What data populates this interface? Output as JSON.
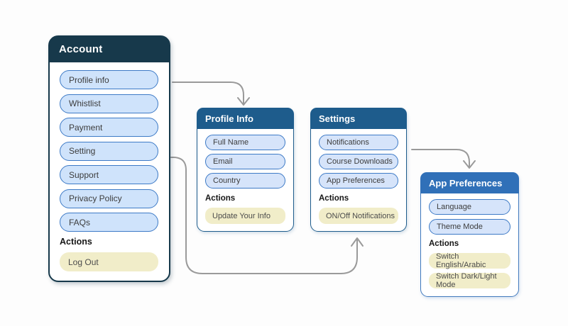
{
  "colors": {
    "bg": "#fdfdfd",
    "account_header": "#17394b",
    "account_border": "#17394b",
    "panel_header": "#1e5c8c",
    "panel_border": "#1e5c8c",
    "apppref_header": "#3070b8",
    "apppref_border": "#4079bd",
    "item_fill": "#cfe3fb",
    "item_fill_light": "#d6e4fa",
    "item_border": "#3d7ac6",
    "action_fill": "#f1edc9",
    "arrow": "#9a9a9a",
    "text_item": "#3c3c3c",
    "text_actions": "#161616"
  },
  "panels": {
    "account": {
      "title": "Account",
      "items": [
        "Profile info",
        "Whistlist",
        "Payment",
        "Setting",
        "Support",
        "Privacy Policy",
        "FAQs"
      ],
      "actions_label": "Actions",
      "actions": [
        "Log Out"
      ]
    },
    "profile_info": {
      "title": "Profile Info",
      "items": [
        "Full Name",
        "Email",
        "Country"
      ],
      "actions_label": "Actions",
      "actions": [
        "Update Your Info"
      ]
    },
    "settings": {
      "title": "Settings",
      "items": [
        "Notifications",
        "Course Downloads",
        "App Preferences"
      ],
      "actions_label": "Actions",
      "actions": [
        "ON/Off Notifications"
      ]
    },
    "app_preferences": {
      "title": "App Preferences",
      "items": [
        "Language",
        "Theme Mode"
      ],
      "actions_label": "Actions",
      "actions": [
        "Switch English/Arabic",
        "Switch Dark/Light Mode"
      ]
    }
  },
  "edges": [
    {
      "from": "Account: Profile info",
      "to": "Profile Info panel"
    },
    {
      "from": "Account: Setting",
      "to": "Settings panel"
    },
    {
      "from": "Settings: App Preferences",
      "to": "App Preferences panel"
    }
  ]
}
